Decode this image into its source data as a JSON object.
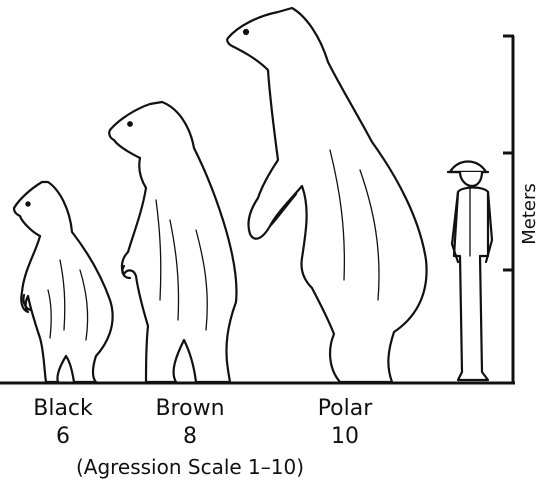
{
  "axis": {
    "label": "Meters"
  },
  "bears": [
    {
      "name": "Black",
      "score": "6"
    },
    {
      "name": "Brown",
      "score": "8"
    },
    {
      "name": "Polar",
      "score": "10"
    }
  ],
  "caption": "(Agression Scale 1–10)"
}
